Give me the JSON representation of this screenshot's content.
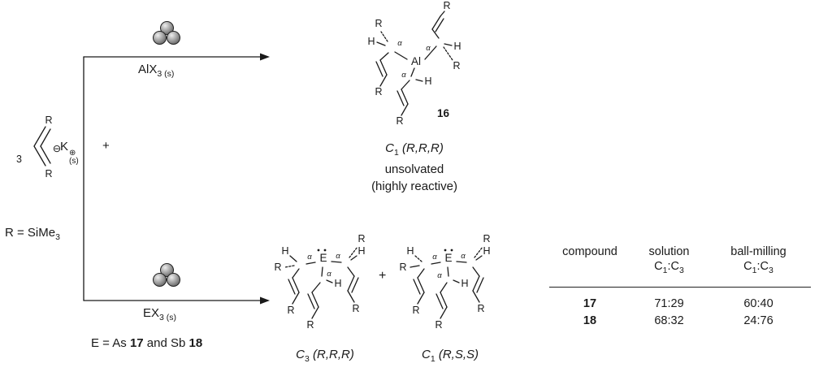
{
  "atoms": {
    "r": "R",
    "h": "H",
    "al": "Al",
    "e": "E",
    "alpha": "α",
    "k": "K",
    "k_charge": "⊕",
    "k_state": "(s)",
    "anion_charge": "⊖"
  },
  "reactant": {
    "coefficient": "3",
    "plus": "+",
    "r_def_main": "R = SiMe",
    "r_def_sub": "3"
  },
  "top_route": {
    "reagent_main": "AlX",
    "reagent_sub": "3 (s)"
  },
  "bottom_route": {
    "reagent_main": "EX",
    "reagent_sub": "3 (s)",
    "e_def_prefix": "E = As ",
    "compound17": "17",
    "e_def_mid": " and Sb ",
    "compound18": "18"
  },
  "product16": {
    "number": "16",
    "sym": "C",
    "sym_sub": "1",
    "config": "(R,R,R)",
    "note1": "unsolvated",
    "note2": "(highly reactive)"
  },
  "product_c3": {
    "sym": "C",
    "sym_sub": "3",
    "config": "(R,R,R)"
  },
  "product_c1": {
    "sym": "C",
    "sym_sub": "1",
    "config": "(R,S,S)"
  },
  "plus_products": "+",
  "table": {
    "headers": [
      "compound",
      "solution",
      "ball-milling"
    ],
    "ratio": {
      "c1": "C",
      "s1": "1",
      "colon": ":",
      "c2": "C",
      "s2": "3"
    },
    "rows": [
      {
        "compound": "17",
        "solution": "71:29",
        "ball_milling": "60:40"
      },
      {
        "compound": "18",
        "solution": "68:32",
        "ball_milling": "24:76"
      }
    ]
  }
}
